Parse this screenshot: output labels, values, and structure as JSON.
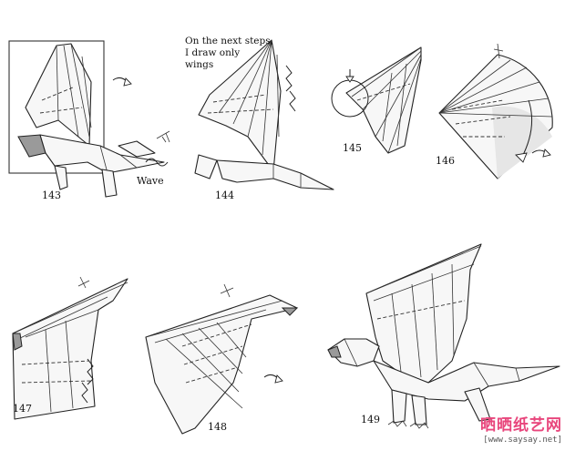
{
  "steps": [
    {
      "number": "143"
    },
    {
      "number": "144"
    },
    {
      "number": "145"
    },
    {
      "number": "146"
    },
    {
      "number": "147"
    },
    {
      "number": "148"
    },
    {
      "number": "149"
    }
  ],
  "labels": {
    "wave": "Wave",
    "note_line1": "On the next steps,",
    "note_line2": "I draw only",
    "note_line3": "wings"
  },
  "watermark": {
    "brand": "晒晒纸艺网",
    "url": "[www.saysay.net]",
    "brand_color": "#e8467c"
  },
  "colors": {
    "line": "#222222",
    "shade": "#9a9a9a",
    "paper": "#f7f7f7"
  }
}
